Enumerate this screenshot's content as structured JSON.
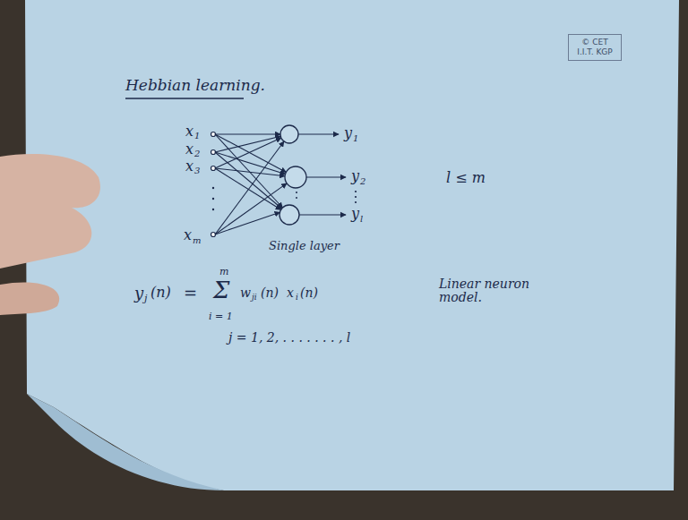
{
  "diagram": {
    "title": "Hebbian learning.",
    "nodes": [
      {
        "text": [
          "© CET I.I.T. KGP"
        ]
      }
    ],
    "labels": [
      "x",
      "1",
      "x",
      "2",
      "x",
      "3",
      "x",
      "m",
      "y",
      "1",
      "y",
      "2",
      "y",
      "l",
      "Single layer",
      "l ≤ m",
      "y",
      "j",
      "(n)",
      "=",
      "m",
      "Σ",
      "i = 1",
      "w",
      "ji",
      "(n)",
      "x",
      "i",
      "(n)",
      "j = 1, 2, . . . . . . . , l",
      "Linear neuron model."
    ]
  }
}
